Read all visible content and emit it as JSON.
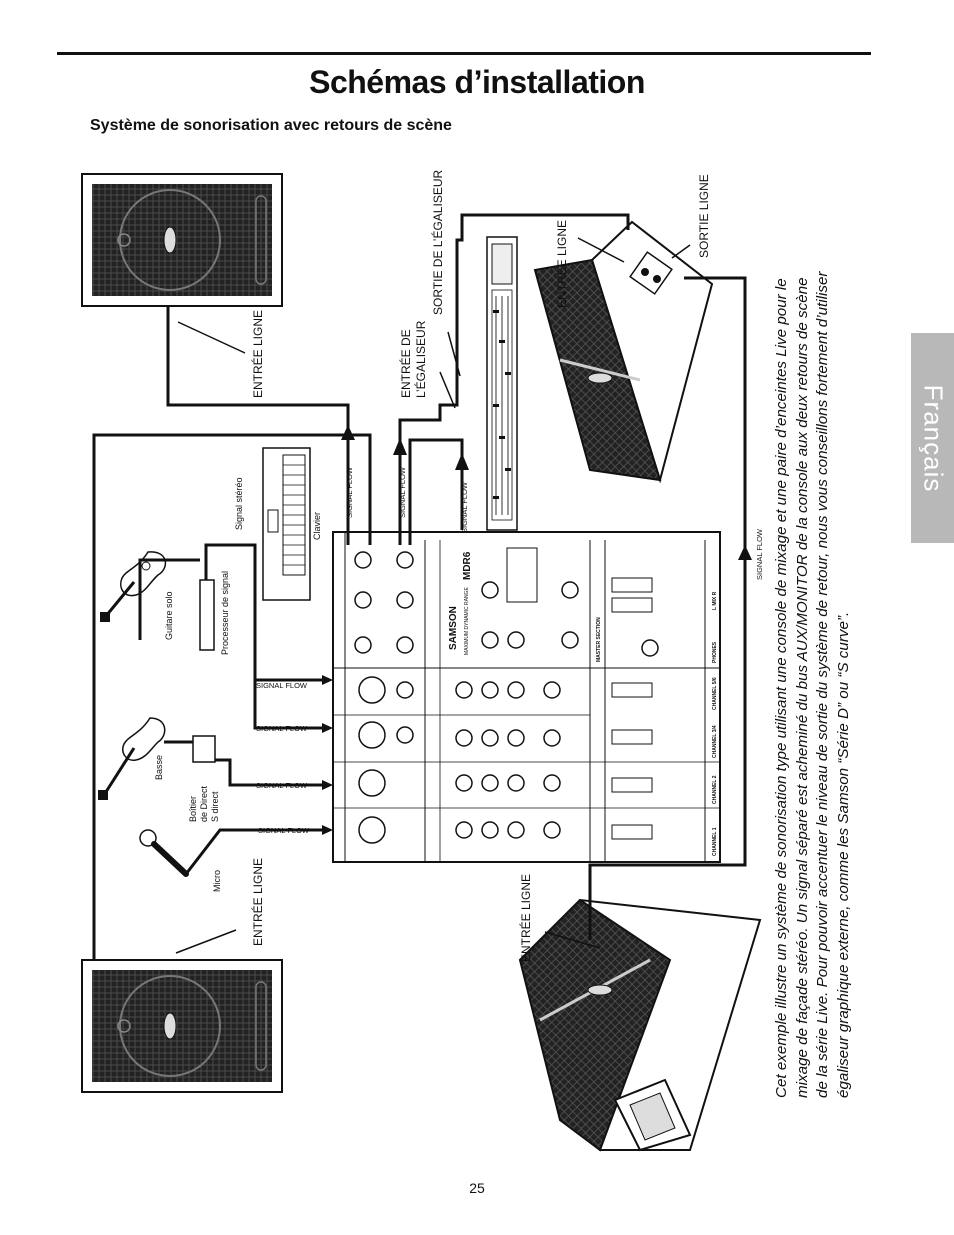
{
  "page": {
    "title": "Schémas d’installation",
    "subtitle": "Système de sonorisation avec retours de scène",
    "language_tab": "Français",
    "page_number": "25"
  },
  "diagram": {
    "labels": {
      "entree_ligne": "ENTRÉE LIGNE",
      "sortie_egaliseur": "SORTIE DE L’ÉGALISEUR",
      "entree_egaliseur_1": "ENTRÉE DE",
      "entree_egaliseur_2": "L’ÉGALISEUR",
      "sortie_ligne": "SORTIE LIGNE",
      "signal_flow": "SIGNAL FLOW",
      "signal_stereo": "Signal stéréo",
      "clavier": "Clavier",
      "processeur": "Processeur de signal",
      "guitare": "Guitare solo",
      "basse": "Basse",
      "boitier_1": "Boîtier",
      "boitier_2": "de Direct",
      "boitier_3": "S direct",
      "micro": "Micro"
    },
    "mixer": {
      "brand": "SAMSON",
      "model": "MDR6",
      "tagline": "MAXIMUM DYNAMIC RANGE",
      "channels": [
        "CHANNEL 1",
        "CHANNEL 2",
        "CHANNEL 3/4",
        "CHANNEL 5/6"
      ],
      "sections": [
        "MASTER SECTION",
        "PHONES",
        "L  MIX  R"
      ]
    }
  },
  "caption": "Cet exemple illustre un système de sonorisation type utilisant une console de mixage et une paire d’enceintes Live pour le mixage de façade stéréo. Un signal séparé est acheminé du bus AUX/MONITOR de la console aux deux retours de scène de la série Live. Pour pouvoir accentuer le niveau de sortie du système de retour, nous vous conseillons fortement d’utiliser égaliseur graphique externe, comme les Samson “Série D” ou “S curve”."
}
